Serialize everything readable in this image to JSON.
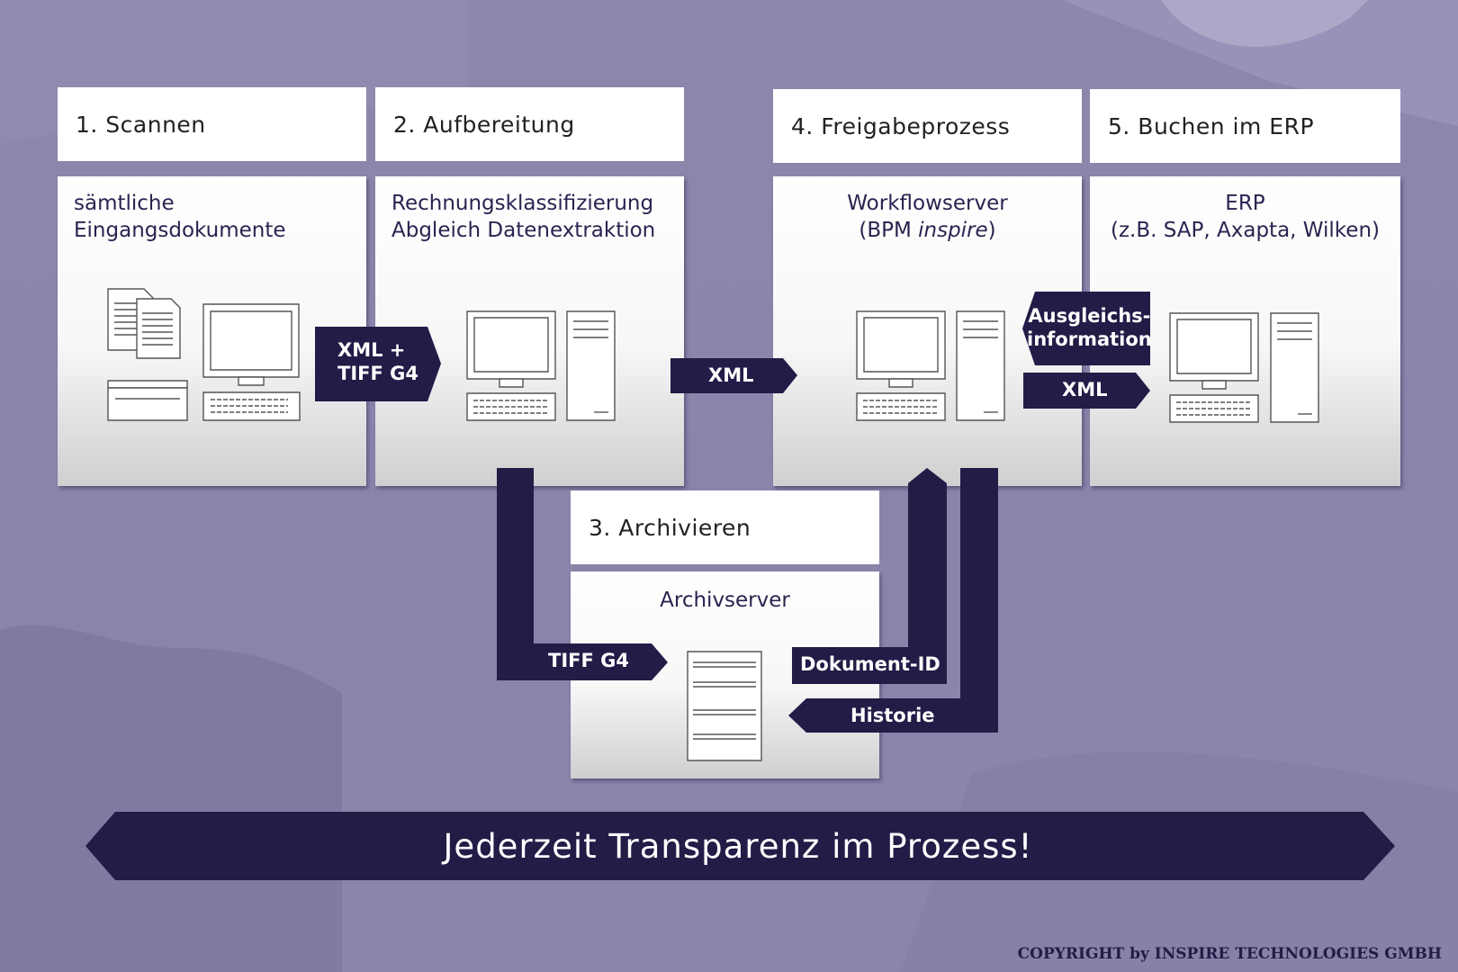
{
  "steps": {
    "scan": {
      "title": "1. Scannen",
      "desc_line1": "sämtliche",
      "desc_line2": "Eingangsdokumente"
    },
    "prep": {
      "title": "2.  Aufbereitung",
      "desc_line1": "Rechnungsklassifizierung",
      "desc_line2": "Abgleich Datenextraktion"
    },
    "archive": {
      "title": "3. Archivieren",
      "desc": "Archivserver"
    },
    "approval": {
      "title": "4. Freigabeprozess",
      "desc_line1": "Workflowserver",
      "desc_line2_prefix": "(BPM ",
      "desc_line2_italic": "inspire",
      "desc_line2_suffix": ")"
    },
    "erp": {
      "title": "5. Buchen im ERP",
      "desc_line1": "ERP",
      "desc_line2": "(z.B. SAP, Axapta, Wilken)"
    }
  },
  "arrows": {
    "xml_tiff_line1": "XML +",
    "xml_tiff_line2": "TIFF G4",
    "xml_1": "XML",
    "ausgleich_line1": "Ausgleichs-",
    "ausgleich_line2": "information",
    "xml_2": "XML",
    "tiff_g4": "TIFF G4",
    "dokument_id": "Dokument-ID",
    "historie": "Historie"
  },
  "banner": "Jederzeit Transparenz im Prozess!",
  "copyright": "COPYRIGHT by INSPIRE TECHNOLOGIES GMBH",
  "colors": {
    "dark": "#231c47",
    "background": "#8d86ad",
    "panel": "#ffffff"
  }
}
